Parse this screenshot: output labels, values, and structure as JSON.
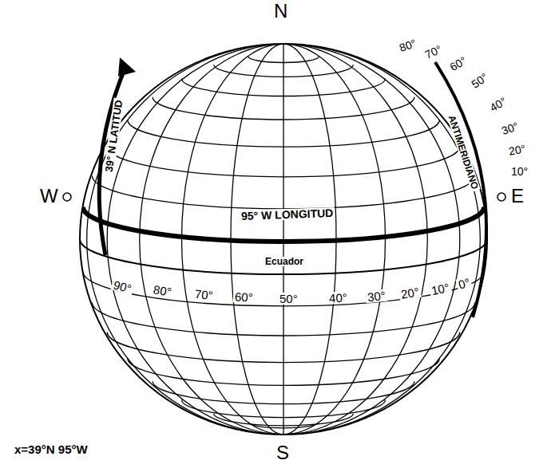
{
  "diagram": {
    "labels": [
      "N",
      "80°",
      "70°",
      "60°",
      "50°",
      "40°",
      "30°",
      "20°",
      "10°",
      "W",
      "E",
      "39° N LATITUD",
      "ANTIMERIDIANO",
      "95° W LONGITUD",
      "Ecuador",
      "90°",
      "80°",
      "70°",
      "60°",
      "50°",
      "40°",
      "30°",
      "20°",
      "10°",
      "0°",
      "x=39°N 95°W",
      "S"
    ]
  }
}
